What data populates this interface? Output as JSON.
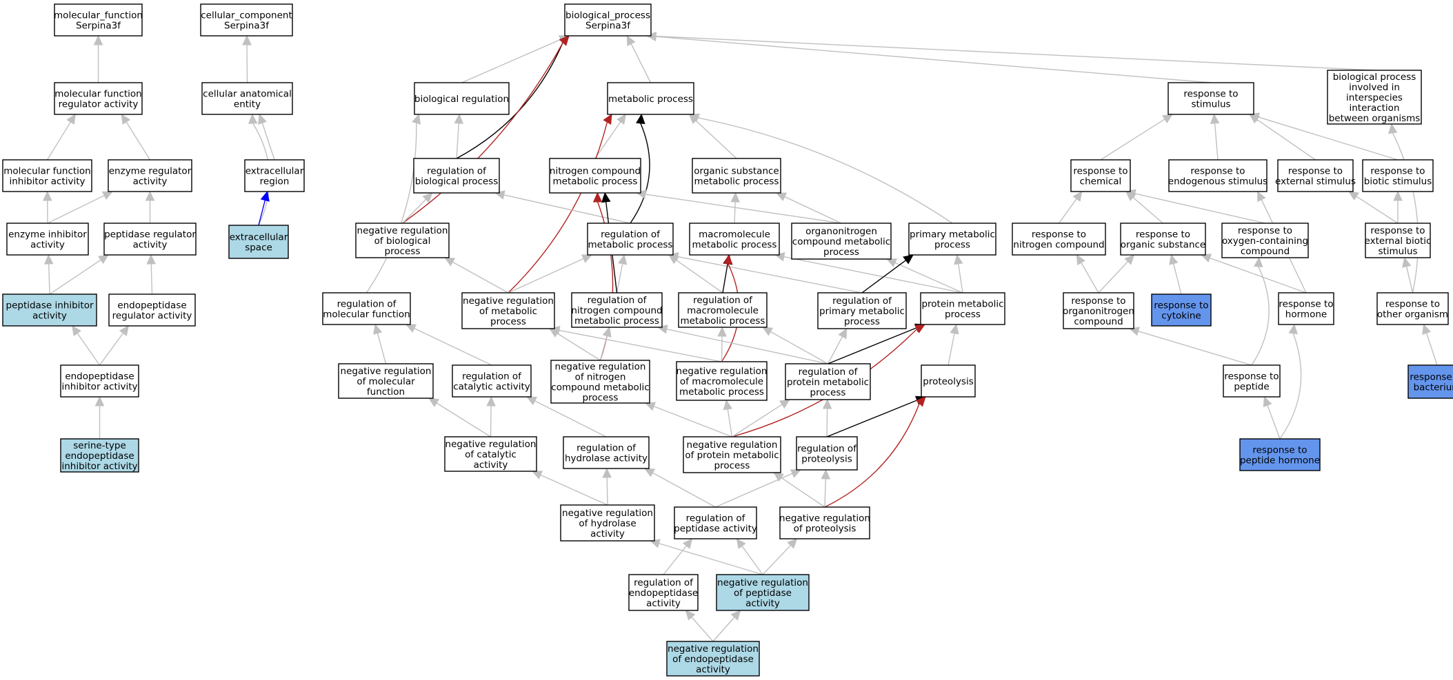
{
  "colors": {
    "plain": "#ffffff",
    "light": "#add8e6",
    "blue": "#6495ed",
    "edge_grey": "#c0c0c0",
    "edge_black": "#000000",
    "edge_red": "#b22222",
    "edge_blue": "#0000ff"
  },
  "nodes": {
    "mf_root": {
      "lines": [
        "molecular_function",
        "Serpina3f"
      ],
      "fill": "plain"
    },
    "cc_root": {
      "lines": [
        "cellular_component",
        "Serpina3f"
      ],
      "fill": "plain"
    },
    "bp_root": {
      "lines": [
        "biological_process",
        "Serpina3f"
      ],
      "fill": "plain"
    },
    "mf_reg": {
      "lines": [
        "molecular function",
        "regulator activity"
      ],
      "fill": "plain"
    },
    "cc_ent": {
      "lines": [
        "cellular anatomical",
        "entity"
      ],
      "fill": "plain"
    },
    "bio_reg": {
      "lines": [
        "biological regulation"
      ],
      "fill": "plain"
    },
    "metab": {
      "lines": [
        "metabolic process"
      ],
      "fill": "plain"
    },
    "resp_stim": {
      "lines": [
        "response to",
        "stimulus"
      ],
      "fill": "plain"
    },
    "interspecies": {
      "lines": [
        "biological process",
        "involved in",
        "interspecies",
        "interaction",
        "between organisms"
      ],
      "fill": "plain"
    },
    "mf_inhib": {
      "lines": [
        "molecular function",
        "inhibitor activity"
      ],
      "fill": "plain"
    },
    "enz_reg": {
      "lines": [
        "enzyme regulator",
        "activity"
      ],
      "fill": "plain"
    },
    "extra_reg": {
      "lines": [
        "extracellular",
        "region"
      ],
      "fill": "plain"
    },
    "reg_bio": {
      "lines": [
        "regulation of",
        "biological process"
      ],
      "fill": "plain"
    },
    "nitro_metab": {
      "lines": [
        "nitrogen compound",
        "metabolic process"
      ],
      "fill": "plain"
    },
    "org_sub": {
      "lines": [
        "organic substance",
        "metabolic process"
      ],
      "fill": "plain"
    },
    "resp_chem": {
      "lines": [
        "response to",
        "chemical"
      ],
      "fill": "plain"
    },
    "resp_endo": {
      "lines": [
        "response to",
        "endogenous stimulus"
      ],
      "fill": "plain"
    },
    "resp_ext": {
      "lines": [
        "response to",
        "external stimulus"
      ],
      "fill": "plain"
    },
    "resp_biotic": {
      "lines": [
        "response to",
        "biotic stimulus"
      ],
      "fill": "plain"
    },
    "enz_inhib": {
      "lines": [
        "enzyme inhibitor",
        "activity"
      ],
      "fill": "plain"
    },
    "pep_reg": {
      "lines": [
        "peptidase regulator",
        "activity"
      ],
      "fill": "plain"
    },
    "extra_space": {
      "lines": [
        "extracellular",
        "space"
      ],
      "fill": "light"
    },
    "neg_reg_bio": {
      "lines": [
        "negative regulation",
        "of biological",
        "process"
      ],
      "fill": "plain"
    },
    "reg_metab": {
      "lines": [
        "regulation of",
        "metabolic process"
      ],
      "fill": "plain"
    },
    "macro_metab": {
      "lines": [
        "macromolecule",
        "metabolic process"
      ],
      "fill": "plain"
    },
    "organonitro_metab": {
      "lines": [
        "organonitrogen",
        "compound metabolic",
        "process"
      ],
      "fill": "plain"
    },
    "primary_metab": {
      "lines": [
        "primary metabolic",
        "process"
      ],
      "fill": "plain"
    },
    "resp_nitro": {
      "lines": [
        "response to",
        "nitrogen compound"
      ],
      "fill": "plain"
    },
    "resp_org_sub": {
      "lines": [
        "response to",
        "organic substance"
      ],
      "fill": "plain"
    },
    "resp_oxy": {
      "lines": [
        "response to",
        "oxygen-containing",
        "compound"
      ],
      "fill": "plain"
    },
    "resp_ext_biotic": {
      "lines": [
        "response to",
        "external biotic",
        "stimulus"
      ],
      "fill": "plain"
    },
    "pep_inhib": {
      "lines": [
        "peptidase inhibitor",
        "activity"
      ],
      "fill": "light"
    },
    "endopep_reg": {
      "lines": [
        "endopeptidase",
        "regulator activity"
      ],
      "fill": "plain"
    },
    "reg_mol_func": {
      "lines": [
        "regulation of",
        "molecular function"
      ],
      "fill": "plain"
    },
    "neg_reg_metab": {
      "lines": [
        "negative regulation",
        "of metabolic",
        "process"
      ],
      "fill": "plain"
    },
    "reg_nitro": {
      "lines": [
        "regulation of",
        "nitrogen compound",
        "metabolic process"
      ],
      "fill": "plain"
    },
    "reg_macro": {
      "lines": [
        "regulation of",
        "macromolecule",
        "metabolic process"
      ],
      "fill": "plain"
    },
    "reg_primary": {
      "lines": [
        "regulation of",
        "primary metabolic",
        "process"
      ],
      "fill": "plain"
    },
    "protein_metab": {
      "lines": [
        "protein metabolic",
        "process"
      ],
      "fill": "plain"
    },
    "resp_organonitro": {
      "lines": [
        "response to",
        "organonitrogen",
        "compound"
      ],
      "fill": "plain"
    },
    "resp_cytokine": {
      "lines": [
        "response to",
        "cytokine"
      ],
      "fill": "blue"
    },
    "resp_hormone": {
      "lines": [
        "response to",
        "hormone"
      ],
      "fill": "plain"
    },
    "resp_other_org": {
      "lines": [
        "response to",
        "other organism"
      ],
      "fill": "plain"
    },
    "endopep_inhib": {
      "lines": [
        "endopeptidase",
        "inhibitor activity"
      ],
      "fill": "plain"
    },
    "neg_reg_mol_func": {
      "lines": [
        "negative regulation",
        "of molecular",
        "function"
      ],
      "fill": "plain"
    },
    "reg_cat": {
      "lines": [
        "regulation of",
        "catalytic activity"
      ],
      "fill": "plain"
    },
    "neg_reg_nitro": {
      "lines": [
        "negative regulation",
        "of nitrogen",
        "compound metabolic",
        "process"
      ],
      "fill": "plain"
    },
    "neg_reg_macro": {
      "lines": [
        "negative regulation",
        "of macromolecule",
        "metabolic process"
      ],
      "fill": "plain"
    },
    "reg_protein_metab": {
      "lines": [
        "regulation of",
        "protein metabolic",
        "process"
      ],
      "fill": "plain"
    },
    "proteolysis": {
      "lines": [
        "proteolysis"
      ],
      "fill": "plain"
    },
    "resp_peptide": {
      "lines": [
        "response to",
        "peptide"
      ],
      "fill": "plain"
    },
    "resp_bacterium": {
      "lines": [
        "response to",
        "bacterium"
      ],
      "fill": "blue"
    },
    "serine_inhib": {
      "lines": [
        "serine-type",
        "endopeptidase",
        "inhibitor activity"
      ],
      "fill": "light"
    },
    "neg_reg_cat": {
      "lines": [
        "negative regulation",
        "of catalytic",
        "activity"
      ],
      "fill": "plain"
    },
    "reg_hydro": {
      "lines": [
        "regulation of",
        "hydrolase activity"
      ],
      "fill": "plain"
    },
    "neg_reg_protein_metab": {
      "lines": [
        "negative regulation",
        "of protein metabolic",
        "process"
      ],
      "fill": "plain"
    },
    "reg_proteolysis": {
      "lines": [
        "regulation of",
        "proteolysis"
      ],
      "fill": "plain"
    },
    "resp_pep_hormone": {
      "lines": [
        "response to",
        "peptide hormone"
      ],
      "fill": "blue"
    },
    "neg_reg_hydro": {
      "lines": [
        "negative regulation",
        "of hydrolase",
        "activity"
      ],
      "fill": "plain"
    },
    "reg_pep": {
      "lines": [
        "regulation of",
        "peptidase activity"
      ],
      "fill": "plain"
    },
    "neg_reg_proteolysis": {
      "lines": [
        "negative regulation",
        "of proteolysis"
      ],
      "fill": "plain"
    },
    "reg_endopep": {
      "lines": [
        "regulation of",
        "endopeptidase",
        "activity"
      ],
      "fill": "plain"
    },
    "neg_reg_pep": {
      "lines": [
        "negative regulation",
        "of peptidase",
        "activity"
      ],
      "fill": "light"
    },
    "neg_reg_endopep": {
      "lines": [
        "negative regulation",
        "of endopeptidase",
        "activity"
      ],
      "fill": "light"
    }
  },
  "edges": [
    {
      "from": "mf_reg",
      "to": "mf_root",
      "color": "grey"
    },
    {
      "from": "mf_inhib",
      "to": "mf_reg",
      "color": "grey"
    },
    {
      "from": "enz_reg",
      "to": "mf_reg",
      "color": "grey"
    },
    {
      "from": "enz_inhib",
      "to": "mf_inhib",
      "color": "grey"
    },
    {
      "from": "enz_inhib",
      "to": "enz_reg",
      "color": "grey"
    },
    {
      "from": "pep_reg",
      "to": "enz_reg",
      "color": "grey"
    },
    {
      "from": "pep_inhib",
      "to": "enz_inhib",
      "color": "grey"
    },
    {
      "from": "pep_inhib",
      "to": "pep_reg",
      "color": "grey"
    },
    {
      "from": "endopep_reg",
      "to": "pep_reg",
      "color": "grey"
    },
    {
      "from": "endopep_inhib",
      "to": "pep_inhib",
      "color": "grey"
    },
    {
      "from": "endopep_inhib",
      "to": "endopep_reg",
      "color": "grey"
    },
    {
      "from": "serine_inhib",
      "to": "endopep_inhib",
      "color": "grey"
    },
    {
      "from": "cc_ent",
      "to": "cc_root",
      "color": "grey"
    },
    {
      "from": "extra_reg",
      "to": "cc_ent",
      "color": "grey"
    },
    {
      "from": "extra_space",
      "to": "cc_ent",
      "color": "grey"
    },
    {
      "from": "extra_space",
      "to": "extra_reg",
      "color": "blue"
    },
    {
      "from": "bio_reg",
      "to": "bp_root",
      "color": "grey"
    },
    {
      "from": "metab",
      "to": "bp_root",
      "color": "grey"
    },
    {
      "from": "resp_stim",
      "to": "bp_root",
      "color": "grey"
    },
    {
      "from": "interspecies",
      "to": "bp_root",
      "color": "grey"
    },
    {
      "from": "reg_bio",
      "to": "bp_root",
      "color": "black"
    },
    {
      "from": "neg_reg_bio",
      "to": "bp_root",
      "color": "red"
    },
    {
      "from": "reg_bio",
      "to": "bio_reg",
      "color": "grey"
    },
    {
      "from": "reg_mol_func",
      "to": "bio_reg",
      "color": "grey"
    },
    {
      "from": "nitro_metab",
      "to": "metab",
      "color": "grey"
    },
    {
      "from": "org_sub",
      "to": "metab",
      "color": "grey"
    },
    {
      "from": "primary_metab",
      "to": "metab",
      "color": "grey"
    },
    {
      "from": "reg_metab",
      "to": "metab",
      "color": "black"
    },
    {
      "from": "neg_reg_metab",
      "to": "metab",
      "color": "red"
    },
    {
      "from": "macro_metab",
      "to": "org_sub",
      "color": "grey"
    },
    {
      "from": "organonitro_metab",
      "to": "org_sub",
      "color": "grey"
    },
    {
      "from": "organonitro_metab",
      "to": "nitro_metab",
      "color": "grey"
    },
    {
      "from": "neg_reg_bio",
      "to": "reg_bio",
      "color": "grey"
    },
    {
      "from": "reg_metab",
      "to": "reg_bio",
      "color": "grey"
    },
    {
      "from": "neg_reg_metab",
      "to": "neg_reg_bio",
      "color": "grey"
    },
    {
      "from": "neg_reg_metab",
      "to": "reg_metab",
      "color": "grey"
    },
    {
      "from": "reg_nitro",
      "to": "reg_metab",
      "color": "grey"
    },
    {
      "from": "reg_macro",
      "to": "reg_metab",
      "color": "grey"
    },
    {
      "from": "reg_primary",
      "to": "reg_metab",
      "color": "grey"
    },
    {
      "from": "reg_nitro",
      "to": "nitro_metab",
      "color": "black"
    },
    {
      "from": "neg_reg_nitro",
      "to": "nitro_metab",
      "color": "red"
    },
    {
      "from": "reg_macro",
      "to": "macro_metab",
      "color": "black"
    },
    {
      "from": "neg_reg_macro",
      "to": "macro_metab",
      "color": "red"
    },
    {
      "from": "protein_metab",
      "to": "macro_metab",
      "color": "grey"
    },
    {
      "from": "protein_metab",
      "to": "organonitro_metab",
      "color": "grey"
    },
    {
      "from": "protein_metab",
      "to": "primary_metab",
      "color": "grey"
    },
    {
      "from": "reg_primary",
      "to": "primary_metab",
      "color": "black"
    },
    {
      "from": "neg_reg_nitro",
      "to": "neg_reg_metab",
      "color": "grey"
    },
    {
      "from": "neg_reg_nitro",
      "to": "reg_nitro",
      "color": "grey"
    },
    {
      "from": "neg_reg_macro",
      "to": "neg_reg_metab",
      "color": "grey"
    },
    {
      "from": "neg_reg_macro",
      "to": "reg_macro",
      "color": "grey"
    },
    {
      "from": "reg_protein_metab",
      "to": "reg_macro",
      "color": "grey"
    },
    {
      "from": "reg_protein_metab",
      "to": "reg_nitro",
      "color": "grey"
    },
    {
      "from": "reg_protein_metab",
      "to": "reg_primary",
      "color": "grey"
    },
    {
      "from": "reg_protein_metab",
      "to": "protein_metab",
      "color": "black"
    },
    {
      "from": "proteolysis",
      "to": "protein_metab",
      "color": "grey"
    },
    {
      "from": "neg_reg_protein_metab",
      "to": "protein_metab",
      "color": "red"
    },
    {
      "from": "neg_reg_protein_metab",
      "to": "reg_protein_metab",
      "color": "grey"
    },
    {
      "from": "neg_reg_protein_metab",
      "to": "neg_reg_macro",
      "color": "grey"
    },
    {
      "from": "neg_reg_protein_metab",
      "to": "neg_reg_nitro",
      "color": "grey"
    },
    {
      "from": "reg_proteolysis",
      "to": "reg_protein_metab",
      "color": "grey"
    },
    {
      "from": "reg_proteolysis",
      "to": "proteolysis",
      "color": "black"
    },
    {
      "from": "neg_reg_proteolysis",
      "to": "proteolysis",
      "color": "red"
    },
    {
      "from": "neg_reg_proteolysis",
      "to": "reg_proteolysis",
      "color": "grey"
    },
    {
      "from": "neg_reg_proteolysis",
      "to": "neg_reg_protein_metab",
      "color": "grey"
    },
    {
      "from": "neg_reg_mol_func",
      "to": "reg_mol_func",
      "color": "grey"
    },
    {
      "from": "reg_cat",
      "to": "reg_mol_func",
      "color": "grey"
    },
    {
      "from": "neg_reg_cat",
      "to": "neg_reg_mol_func",
      "color": "grey"
    },
    {
      "from": "neg_reg_cat",
      "to": "reg_cat",
      "color": "grey"
    },
    {
      "from": "reg_hydro",
      "to": "reg_cat",
      "color": "grey"
    },
    {
      "from": "neg_reg_hydro",
      "to": "neg_reg_cat",
      "color": "grey"
    },
    {
      "from": "neg_reg_hydro",
      "to": "reg_hydro",
      "color": "grey"
    },
    {
      "from": "reg_pep",
      "to": "reg_hydro",
      "color": "grey"
    },
    {
      "from": "reg_pep",
      "to": "reg_proteolysis",
      "color": "grey"
    },
    {
      "from": "reg_endopep",
      "to": "reg_pep",
      "color": "grey"
    },
    {
      "from": "neg_reg_pep",
      "to": "neg_reg_hydro",
      "color": "grey"
    },
    {
      "from": "neg_reg_pep",
      "to": "reg_pep",
      "color": "grey"
    },
    {
      "from": "neg_reg_pep",
      "to": "neg_reg_proteolysis",
      "color": "grey"
    },
    {
      "from": "neg_reg_endopep",
      "to": "reg_endopep",
      "color": "grey"
    },
    {
      "from": "neg_reg_endopep",
      "to": "neg_reg_pep",
      "color": "grey"
    },
    {
      "from": "resp_chem",
      "to": "resp_stim",
      "color": "grey"
    },
    {
      "from": "resp_endo",
      "to": "resp_stim",
      "color": "grey"
    },
    {
      "from": "resp_ext",
      "to": "resp_stim",
      "color": "grey"
    },
    {
      "from": "resp_biotic",
      "to": "resp_stim",
      "color": "grey"
    },
    {
      "from": "resp_nitro",
      "to": "resp_chem",
      "color": "grey"
    },
    {
      "from": "resp_org_sub",
      "to": "resp_chem",
      "color": "grey"
    },
    {
      "from": "resp_oxy",
      "to": "resp_chem",
      "color": "grey"
    },
    {
      "from": "resp_ext_biotic",
      "to": "resp_ext",
      "color": "grey"
    },
    {
      "from": "resp_ext_biotic",
      "to": "resp_biotic",
      "color": "grey"
    },
    {
      "from": "resp_organonitro",
      "to": "resp_nitro",
      "color": "grey"
    },
    {
      "from": "resp_organonitro",
      "to": "resp_org_sub",
      "color": "grey"
    },
    {
      "from": "resp_cytokine",
      "to": "resp_org_sub",
      "color": "grey"
    },
    {
      "from": "resp_hormone",
      "to": "resp_org_sub",
      "color": "grey"
    },
    {
      "from": "resp_hormone",
      "to": "resp_endo",
      "color": "grey"
    },
    {
      "from": "resp_other_org",
      "to": "resp_ext_biotic",
      "color": "grey"
    },
    {
      "from": "resp_other_org",
      "to": "interspecies",
      "color": "grey"
    },
    {
      "from": "resp_peptide",
      "to": "resp_organonitro",
      "color": "grey"
    },
    {
      "from": "resp_peptide",
      "to": "resp_oxy",
      "color": "grey"
    },
    {
      "from": "resp_pep_hormone",
      "to": "resp_peptide",
      "color": "grey"
    },
    {
      "from": "resp_pep_hormone",
      "to": "resp_hormone",
      "color": "grey"
    },
    {
      "from": "resp_bacterium",
      "to": "resp_other_org",
      "color": "grey"
    }
  ]
}
